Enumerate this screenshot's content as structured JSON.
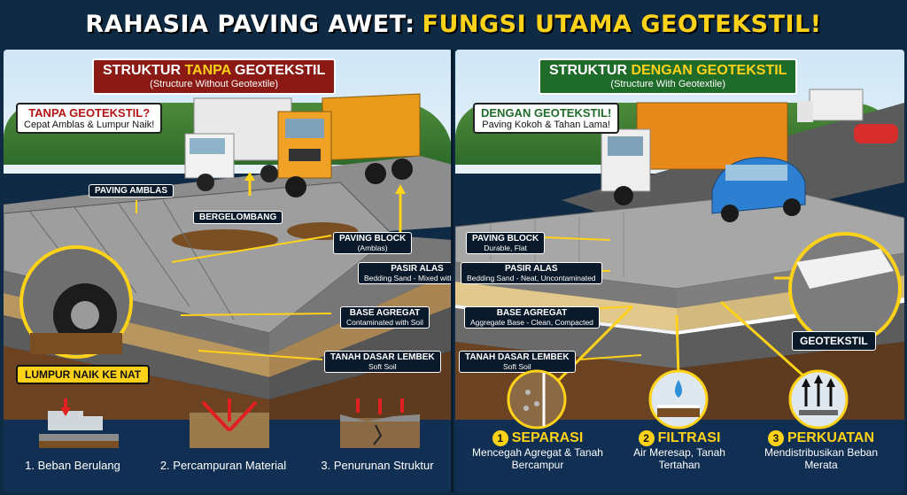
{
  "title": {
    "main": "RAHASIA PAVING AWET:",
    "highlight": "FUNGSI UTAMA GEOTEKSTIL!"
  },
  "left": {
    "header": {
      "prefix": "STRUKTUR ",
      "highlight": "TANPA",
      "suffix": " GEOTEKSTIL",
      "subtitle": "(Structure Without Geotextile)"
    },
    "callout": {
      "title": "TANPA GEOTEKSTIL?",
      "text": "Cepat Amblas & Lumpur Naik!"
    },
    "labels": {
      "paving_amblas": "PAVING AMBLAS",
      "bergelombang": "BERGELOMBANG",
      "paving_block": "PAVING BLOCK",
      "paving_block_sub": "(Amblas)",
      "pasir_alas": "PASIR ALAS",
      "pasir_alas_sub": "Bedding Sand - Mixed with Mud",
      "base_agregat": "BASE AGREGAT",
      "base_agregat_sub": "Contaminated with Soil",
      "tanah_dasar": "TANAH DASAR LEMBEK",
      "tanah_dasar_sub": "Soft Soil",
      "lumpur": "LUMPUR NAIK KE NAT"
    },
    "steps": [
      "1. Beban Berulang",
      "2. Percampuran Material",
      "3. Penurunan Struktur"
    ]
  },
  "right": {
    "header": {
      "prefix": "STRUKTUR ",
      "highlight": "DENGAN GEOTEKSTIL",
      "suffix": "",
      "subtitle": "(Structure With Geotextile)"
    },
    "callout": {
      "title": "DENGAN GEOTEKSTIL!",
      "text": "Paving Kokoh & Tahan Lama!"
    },
    "labels": {
      "paving_block": "PAVING BLOCK",
      "paving_block_sub": "Durable, Flat",
      "pasir_alas": "PASIR ALAS",
      "pasir_alas_sub": "Bedding Sand - Neat, Uncontaminated",
      "base_agregat": "BASE AGREGAT",
      "base_agregat_sub": "Aggregate Base - Clean, Compacted",
      "tanah_dasar": "TANAH DASAR LEMBEK",
      "tanah_dasar_sub": "Soft Soil",
      "geotekstil": "GEOTEKSTIL"
    },
    "functions": [
      {
        "num": "1",
        "title": "SEPARASI",
        "desc": "Mencegah Agregat & Tanah Bercampur"
      },
      {
        "num": "2",
        "title": "FILTRASI",
        "desc": "Air Meresap, Tanah Tertahan"
      },
      {
        "num": "3",
        "title": "PERKUATAN",
        "desc": "Mendistribusikan Beban Merata"
      }
    ]
  },
  "colors": {
    "accent_yellow": "#ffd21a",
    "left_header": "#8b1a14",
    "right_header": "#1f6b2a",
    "navy": "#102f52"
  }
}
